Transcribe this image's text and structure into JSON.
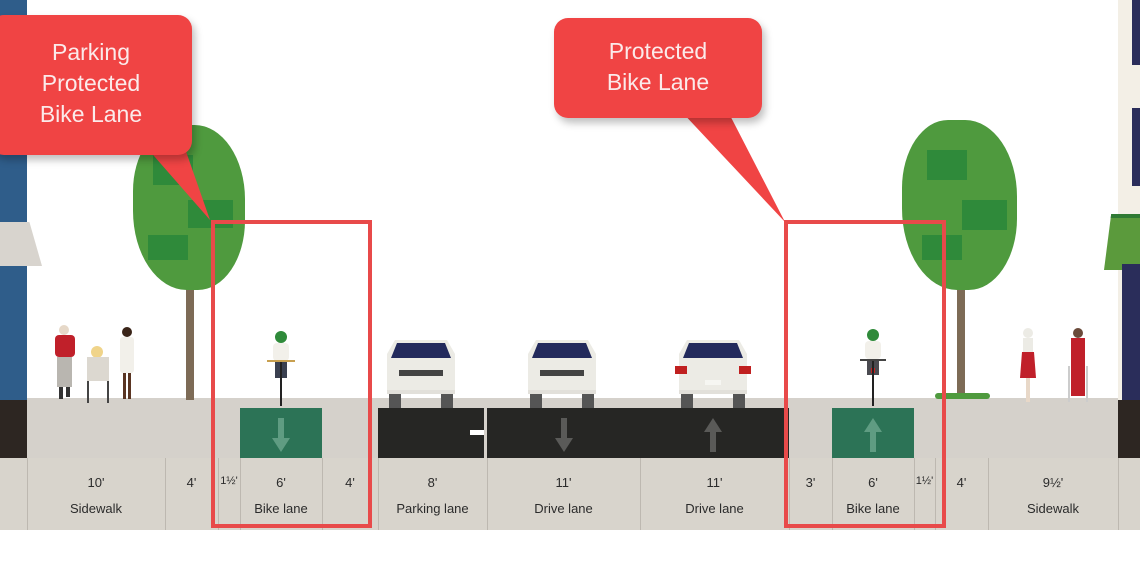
{
  "callouts": [
    {
      "id": "parking-protected",
      "lines": [
        "Parking",
        "Protected",
        "Bike Lane"
      ]
    },
    {
      "id": "protected",
      "lines": [
        "Protected",
        "Bike Lane"
      ]
    }
  ],
  "segments": [
    {
      "width": "10'",
      "name": "Sidewalk"
    },
    {
      "width": "4'",
      "name": ""
    },
    {
      "width": "1½'",
      "name": ""
    },
    {
      "width": "6'",
      "name": "Bike lane"
    },
    {
      "width": "4'",
      "name": ""
    },
    {
      "width": "8'",
      "name": "Parking lane"
    },
    {
      "width": "11'",
      "name": "Drive lane"
    },
    {
      "width": "11'",
      "name": "Drive lane"
    },
    {
      "width": "3'",
      "name": ""
    },
    {
      "width": "6'",
      "name": "Bike lane"
    },
    {
      "width": "1½'",
      "name": ""
    },
    {
      "width": "4'",
      "name": ""
    },
    {
      "width": "9½'",
      "name": "Sidewalk"
    }
  ],
  "colors": {
    "callout": "#f04444",
    "highlight_box": "#e84a4a",
    "bike_lane": "#2c7356",
    "road": "#262624",
    "sidewalk": "#d5d1cb",
    "tree": "#4f9a3e"
  },
  "icons": {
    "bike_lane_left_arrow": "arrow-down",
    "drive_lane_1_arrow": "arrow-down",
    "drive_lane_2_arrow": "arrow-up",
    "bike_lane_right_arrow": "arrow-up"
  }
}
